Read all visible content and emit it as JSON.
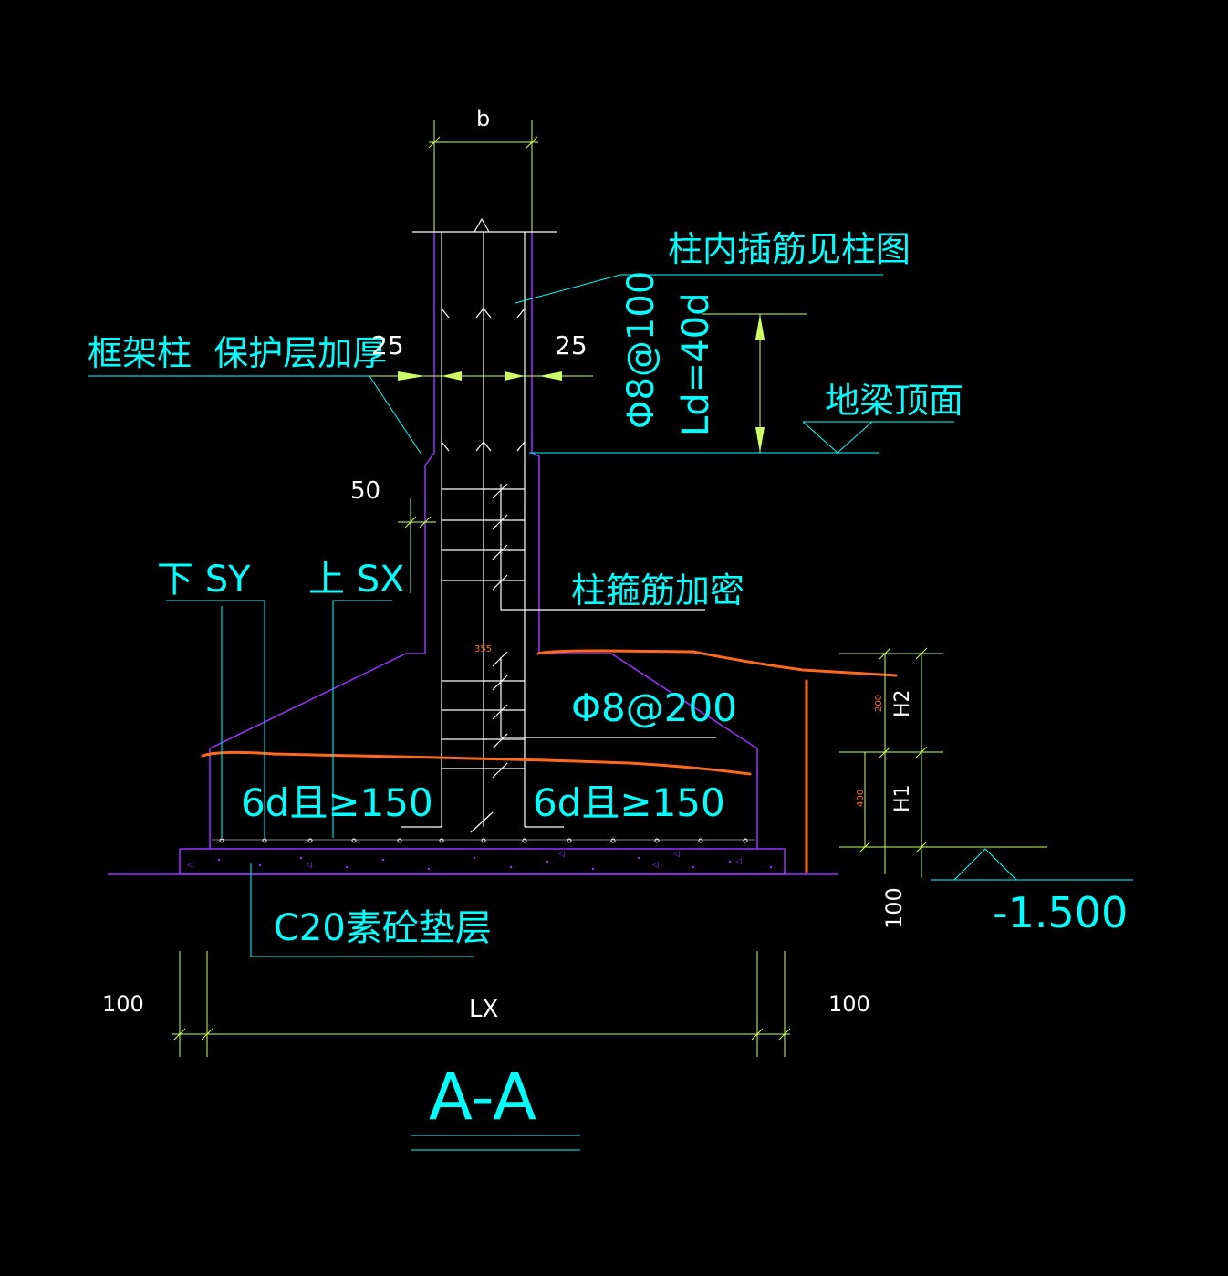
{
  "labels": {
    "col_width": "b",
    "column_dowels": "柱内插筋见柱图",
    "frame_column": "框架柱  保护层加厚",
    "cover_left": "25",
    "cover_right": "25",
    "stirrup_top": "Φ8@100",
    "anchor_len": "Ld=40d",
    "ground_beam_top": "地梁顶面",
    "offset_50": "50",
    "bottom_sy": "下 SY",
    "top_sx": "上 SX",
    "stirrup_dense": "柱箍筋加密",
    "stirrup_base": "Φ8@200",
    "hook_left": "6d且≥150",
    "hook_right": "6d且≥150",
    "h2": "H2",
    "h1": "H1",
    "h2_val": "200",
    "h1_val": "400",
    "small_355": "355",
    "pad_thick": "100",
    "elevation": "-1.500",
    "pad_label": "C20素砼垫层",
    "dim_left": "100",
    "dim_lx": "LX",
    "dim_right": "100",
    "section_title": "A-A"
  },
  "colors": {
    "background": "#000000",
    "text": "#00ffff",
    "dimension": "#ccff66",
    "concrete": "#9933ff",
    "rebar": "#ffffff",
    "marked_rebar": "#ff6a1a"
  }
}
